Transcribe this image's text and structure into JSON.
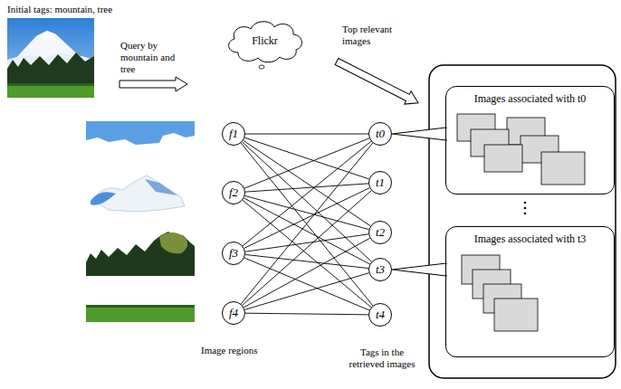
{
  "diagram": {
    "nodes": [
      {
        "text": [
          "Flickr"
        ]
      },
      {
        "text": [
          "f1"
        ]
      },
      {
        "text": [
          "f2"
        ]
      },
      {
        "text": [
          "f3"
        ]
      },
      {
        "text": [
          "f4"
        ]
      },
      {
        "text": [
          "t0"
        ]
      },
      {
        "text": [
          "t1"
        ]
      },
      {
        "text": [
          "t2"
        ]
      },
      {
        "text": [
          "t3"
        ]
      },
      {
        "text": [
          "t4"
        ]
      },
      {
        "text": [
          "Images associated with t0"
        ]
      },
      {
        "text": [
          "Images associated with t3"
        ]
      }
    ],
    "edges": [
      {
        "from": 1,
        "to": 5,
        "arrow": "none"
      },
      {
        "from": 1,
        "to": 6,
        "arrow": "none"
      },
      {
        "from": 1,
        "to": 7,
        "arrow": "none"
      },
      {
        "from": 1,
        "to": 8,
        "arrow": "none"
      },
      {
        "from": 1,
        "to": 9,
        "arrow": "none"
      },
      {
        "from": 2,
        "to": 5,
        "arrow": "none"
      },
      {
        "from": 2,
        "to": 6,
        "arrow": "none"
      },
      {
        "from": 2,
        "to": 7,
        "arrow": "none"
      },
      {
        "from": 2,
        "to": 8,
        "arrow": "none"
      },
      {
        "from": 2,
        "to": 9,
        "arrow": "none"
      },
      {
        "from": 3,
        "to": 5,
        "arrow": "none"
      },
      {
        "from": 3,
        "to": 6,
        "arrow": "none"
      },
      {
        "from": 3,
        "to": 7,
        "arrow": "none"
      },
      {
        "from": 3,
        "to": 8,
        "arrow": "none"
      },
      {
        "from": 3,
        "to": 9,
        "arrow": "none"
      },
      {
        "from": 4,
        "to": 5,
        "arrow": "none"
      },
      {
        "from": 4,
        "to": 6,
        "arrow": "none"
      },
      {
        "from": 4,
        "to": 7,
        "arrow": "none"
      },
      {
        "from": 4,
        "to": 8,
        "arrow": "none"
      },
      {
        "from": 4,
        "to": 9,
        "arrow": "none"
      },
      {
        "from": 5,
        "to": 10,
        "arrow": "none"
      },
      {
        "from": 8,
        "to": 11,
        "arrow": "none"
      }
    ],
    "labels": [
      "Initial tags: mountain, tree",
      "Query by mountain and tree",
      "Top relevant images",
      "Image regions",
      "Tags in the retrieved images"
    ]
  }
}
